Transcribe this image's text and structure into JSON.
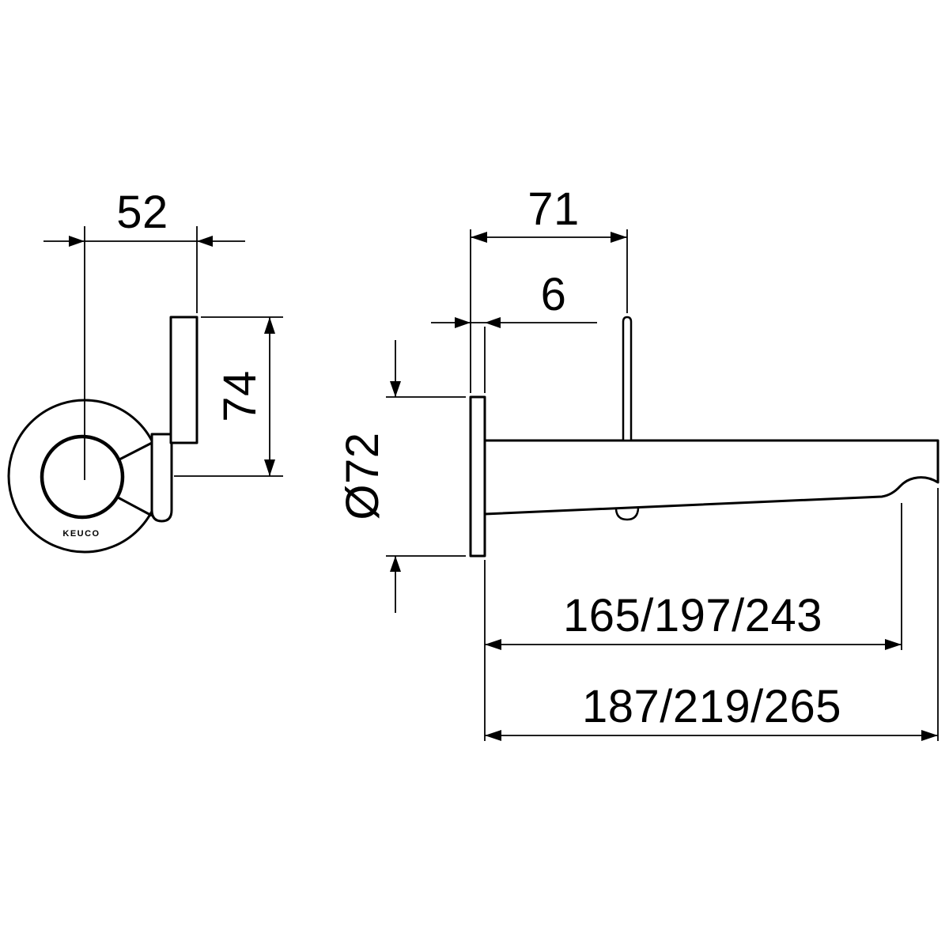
{
  "drawing": {
    "type": "technical-dimension-drawing",
    "brand": "KEUCO",
    "labels": {
      "front_width": "52",
      "front_height": "74",
      "side_lever_offset": "71",
      "side_plate_thickness": "6",
      "side_plate_diameter": "Ø72",
      "side_spout_reach": "165/197/243",
      "side_total_projection": "187/219/265"
    }
  },
  "colors": {
    "line": "#000000",
    "background": "#ffffff"
  }
}
